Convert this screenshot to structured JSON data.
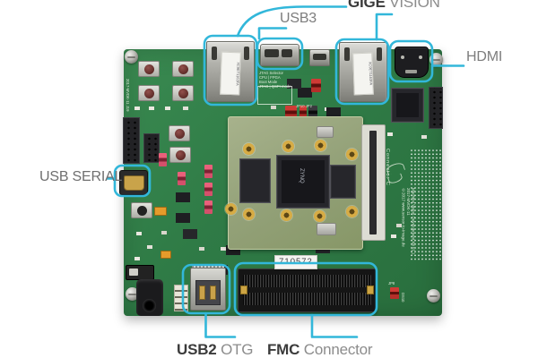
{
  "labels": {
    "gige_vision": {
      "bold": "GIGE",
      "rest": " VISION"
    },
    "usb3": {
      "text": "USB3"
    },
    "hdmi": {
      "text": "HDMI"
    },
    "usb_serial": {
      "text": "USB SERIAL"
    },
    "usb2_otg": {
      "bold": "USB2",
      "rest": " OTG"
    },
    "fmc": {
      "bold": "FMC",
      "rest": " Connector"
    }
  },
  "board": {
    "sticker": "710572",
    "som_chip_text": "ZYNQ",
    "rj45_sticker": "XC9ET1163FA",
    "connector_c": "Connector C",
    "silkscreen": {
      "jtag_block": [
        "JTAG Selector",
        "CPU | FPGA",
        "Boot Mode",
        "JTAG | QSPI mode"
      ],
      "right_edge": [
        "Machine Vision Development Kit v1.1",
        "2017-MVDK-11",
        "©2017 www.sensor-to-image.de"
      ],
      "left_edge": "2017-MVDK-11 J19",
      "ds10": "DS10",
      "jp8": "JP8",
      "jp10": "JP10  JP2"
    }
  },
  "colors": {
    "accent_cyan": "#32b7da",
    "label_dark": "#3b3b3b",
    "label_gray": "#8c8c8c",
    "label_mid": "#6f6f6f",
    "board_green": "#2f7b46",
    "som_green": "#97a47c"
  }
}
